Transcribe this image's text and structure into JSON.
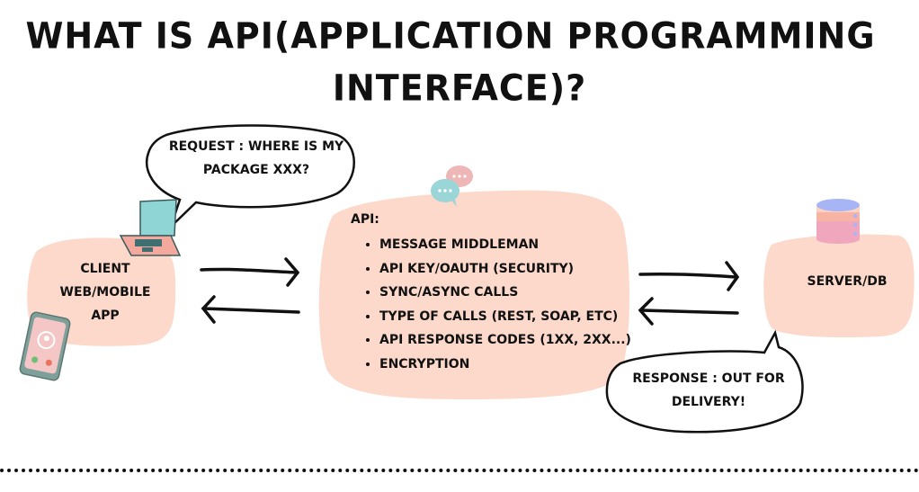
{
  "title": {
    "line1": "WHAT IS API(APPLICATION PROGRAMMING",
    "line2": "INTERFACE)?"
  },
  "client": {
    "label_lines": [
      "CLIENT",
      "WEB/MOBILE",
      "APP"
    ],
    "icons": [
      "laptop-icon",
      "smartphone-icon"
    ]
  },
  "request_bubble": {
    "lines": [
      "REQUEST : WHERE IS MY",
      "PACKAGE XXX?"
    ]
  },
  "api": {
    "heading": "API:",
    "items": [
      "MESSAGE MIDDLEMAN",
      "API KEY/OAUTH (SECURITY)",
      "SYNC/ASYNC CALLS",
      "TYPE OF CALLS (REST, SOAP, ETC)",
      "API RESPONSE CODES (1XX, 2XX...)",
      "ENCRYPTION"
    ],
    "icon": "chat-bubbles-icon"
  },
  "server": {
    "label": "SERVER/DB",
    "icon": "database-icon"
  },
  "response_bubble": {
    "lines": [
      "RESPONSE : OUT FOR",
      "DELIVERY!"
    ]
  },
  "colors": {
    "blob": "#fcd9cb",
    "ink": "#111111",
    "teal": "#9ad6d8",
    "pink": "#eeb6b6",
    "db_top": "#a7b4f5",
    "db_mid": "#f7b3a3",
    "db_low": "#f0a7bd"
  }
}
